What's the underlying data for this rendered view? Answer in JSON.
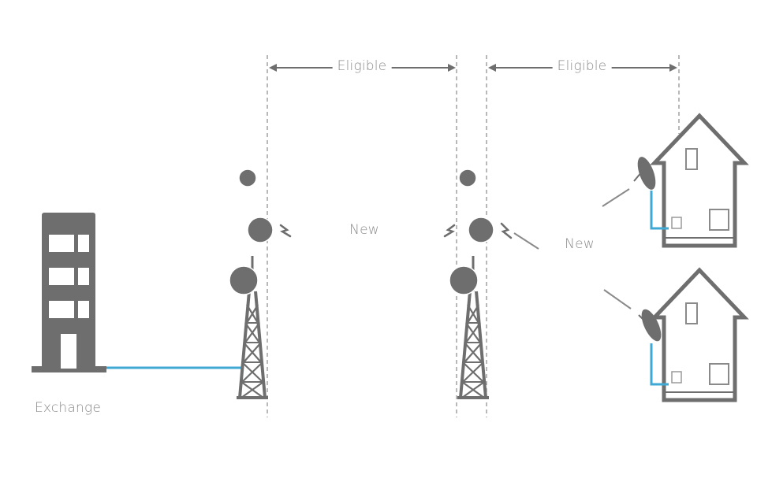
{
  "labels": {
    "span_1": "Eligible",
    "span_2": "Eligible",
    "link_1": "New",
    "link_2": "New",
    "exchange": "Exchange"
  },
  "colors": {
    "icon_gray": "#6e6e6e",
    "light_gray": "#9a9a9a",
    "fiber_blue": "#3fa9d4",
    "text_gray": "#8a8a8a"
  },
  "icons": {
    "exchange": "office-building-icon",
    "tower": "radio-tower-icon",
    "house": "house-icon",
    "dish": "satellite-dish-icon",
    "signal": "lightning-signal-icon"
  }
}
